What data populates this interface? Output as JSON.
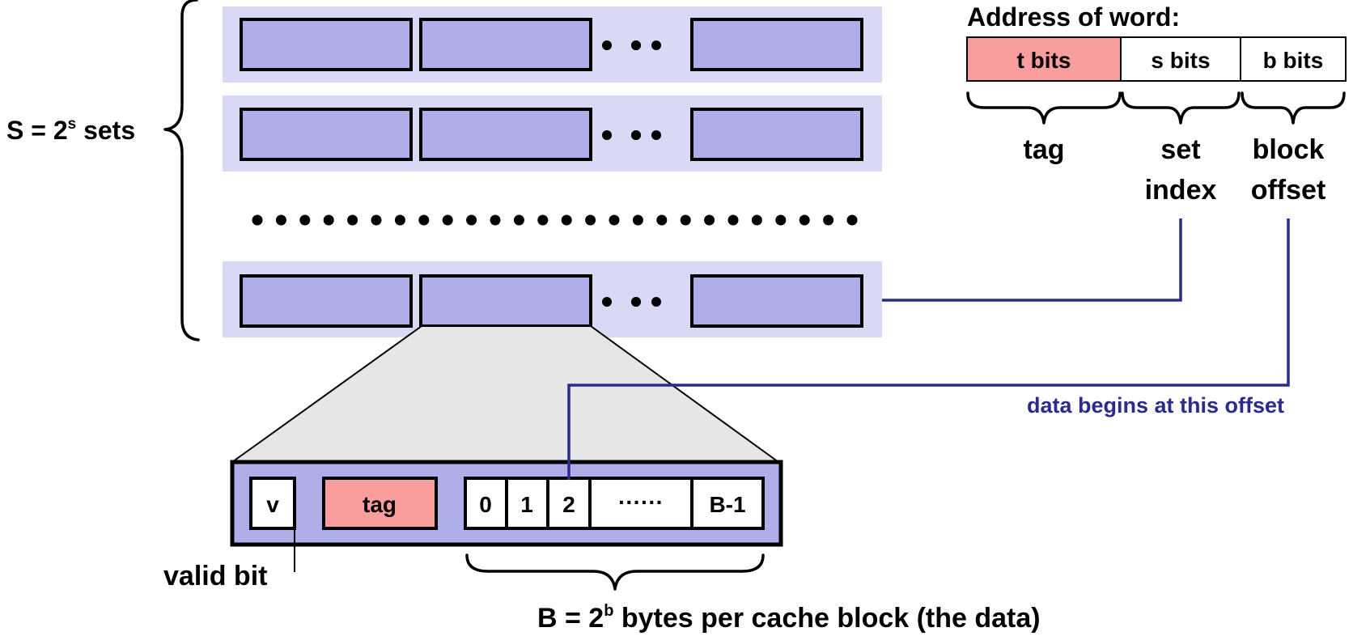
{
  "colors": {
    "set_band": "#d9d9f5",
    "cache_line": "#aeaee8",
    "tag_field": "#fa9d9d",
    "zoom_fill": "#e6e6e6",
    "wire": "#2a2a8f"
  },
  "sets": {
    "label_prefix": "S = 2",
    "label_exp": "s",
    "label_suffix": " sets"
  },
  "address": {
    "title": "Address of word:",
    "fields": [
      {
        "label": "t bits",
        "highlight": true
      },
      {
        "label": "s bits",
        "highlight": false
      },
      {
        "label": "b bits",
        "highlight": false
      }
    ],
    "captions": {
      "tag": [
        "tag"
      ],
      "set_index": [
        "set",
        "index"
      ],
      "block_offset": [
        "block",
        "offset"
      ]
    }
  },
  "offset_note": "data begins at this offset",
  "cache_line": {
    "valid": "v",
    "tag": "tag",
    "bytes": [
      "0",
      "1",
      "2"
    ],
    "ellipsis": "······",
    "last_byte": "B-1"
  },
  "valid_bit_label": "valid bit",
  "block_size": {
    "prefix": "B = 2",
    "exp": "b",
    "suffix": " bytes per cache block (the data)"
  }
}
